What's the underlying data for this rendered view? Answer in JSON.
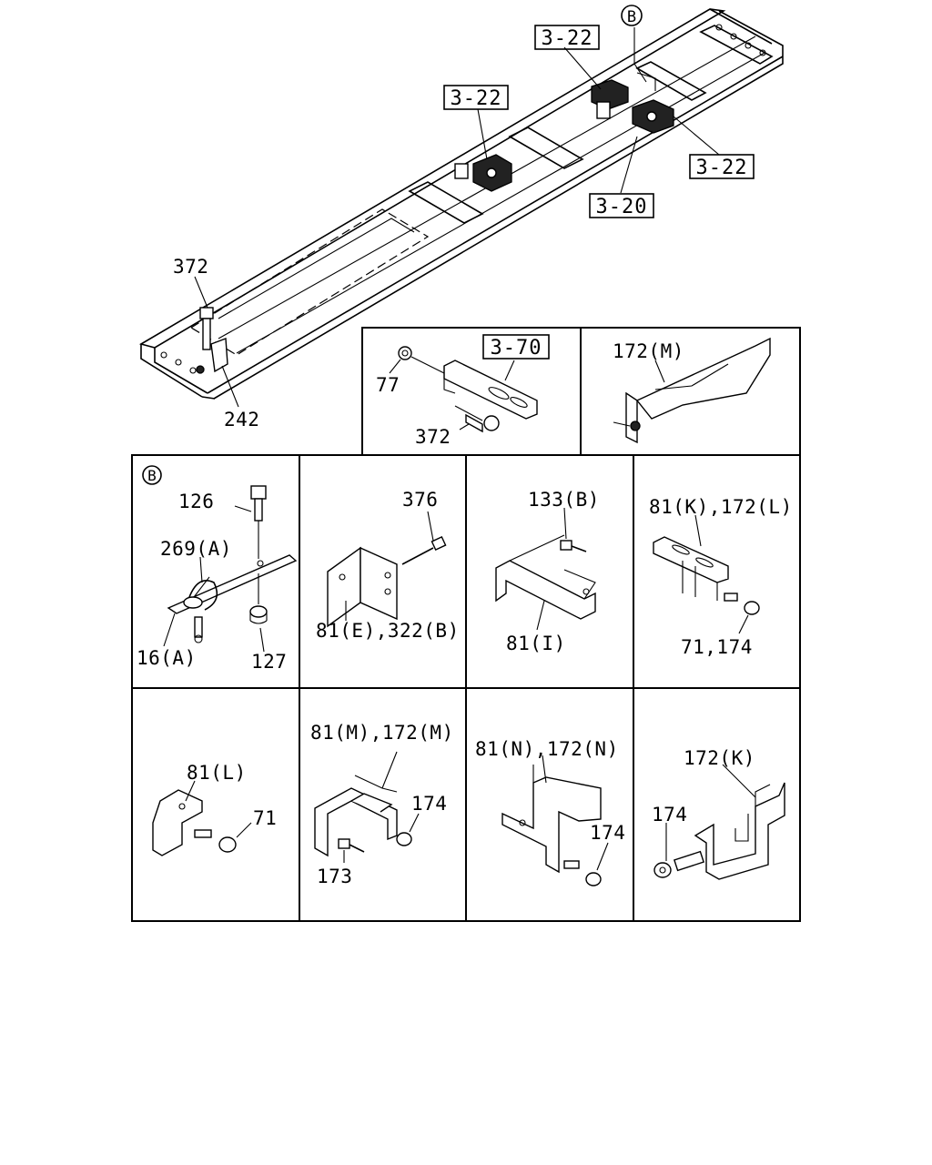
{
  "callouts": {
    "ref_b_top": "B",
    "ref_3_22_a": "3-22",
    "ref_3_22_b": "3-22",
    "ref_3_22_c": "3-22",
    "ref_3_20": "3-20",
    "p372_top": "372",
    "p242": "242"
  },
  "panel_a": {
    "ref": "3-70",
    "p77": "77",
    "p372": "372"
  },
  "panel_b": {
    "p172m": "172(M)"
  },
  "panel_c": {
    "marker": "B",
    "p126": "126",
    "p269a": "269(A)",
    "p16a": "16(A)",
    "p127": "127"
  },
  "panel_d": {
    "p376": "376",
    "p81e": "81(E),322(B)"
  },
  "panel_e": {
    "p133b": "133(B)",
    "p81i": "81(I)"
  },
  "panel_f": {
    "p81k": "81(K),172(L)",
    "p71_174": "71,174"
  },
  "panel_g": {
    "p81l": "81(L)",
    "p71": "71"
  },
  "panel_h": {
    "p81m": "81(M),172(M)",
    "p174": "174",
    "p173": "173"
  },
  "panel_i": {
    "p81n": "81(N),172(N)",
    "p174": "174"
  },
  "panel_j": {
    "p172k": "172(K)",
    "p174": "174"
  },
  "colors": {
    "ink": "#000000",
    "paper": "#ffffff"
  }
}
